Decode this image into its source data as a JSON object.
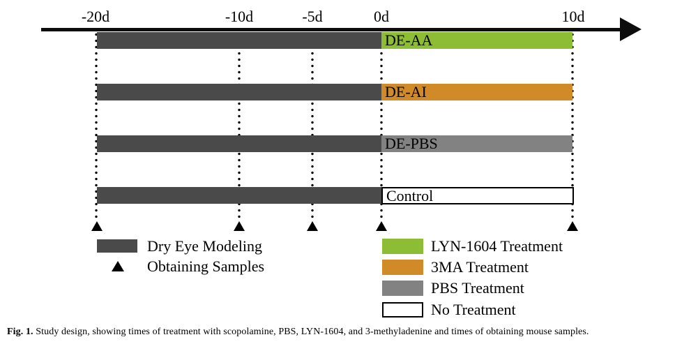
{
  "figure": {
    "timeline": {
      "tick_labels": [
        "-20d",
        "-10d",
        "-5d",
        "0d",
        "10d"
      ]
    },
    "rows": [
      {
        "label": "DE-AA",
        "bar_color": "#8cbd35"
      },
      {
        "label": "DE-AI",
        "bar_color": "#d08a28"
      },
      {
        "label": "DE-PBS",
        "bar_color": "#828282"
      },
      {
        "label": "Control",
        "bar_color": "#ffffff"
      }
    ],
    "colors": {
      "dry_eye_modeling": "#4a4a4a",
      "lyn_1604_treatment": "#8cbd35",
      "three_ma_treatment": "#d08a28",
      "pbs_treatment": "#828282",
      "no_treatment": "#ffffff",
      "axis_and_markers": "#000000"
    },
    "legend_left": [
      {
        "marker": "dark-bar-swatch",
        "label": "Dry Eye Modeling"
      },
      {
        "marker": "black-triangle",
        "label": "Obtaining Samples"
      }
    ],
    "legend_right": [
      {
        "swatch_color": "#8cbd35",
        "label": "LYN-1604 Treatment"
      },
      {
        "swatch_color": "#d08a28",
        "label": "3MA Treatment"
      },
      {
        "swatch_color": "#828282",
        "label": "PBS Treatment"
      },
      {
        "swatch_color": "#ffffff",
        "label": "No Treatment"
      }
    ]
  },
  "caption": {
    "label": "Fig. 1.",
    "text": "Study design, showing times of treatment with scopolamine, PBS, LYN-1604, and 3-methyladenine and times of obtaining mouse samples."
  },
  "chart_data": {
    "type": "timeline",
    "time_unit": "days",
    "ticks_days": [
      -20,
      -10,
      -5,
      0,
      10
    ],
    "obtaining_samples_days": [
      -20,
      -10,
      -5,
      0,
      10
    ],
    "groups": [
      {
        "name": "DE-AA",
        "dry_eye_modeling_days": [
          -20,
          0
        ],
        "treatment": "LYN-1604 Treatment",
        "treatment_days": [
          0,
          10
        ]
      },
      {
        "name": "DE-AI",
        "dry_eye_modeling_days": [
          -20,
          0
        ],
        "treatment": "3MA Treatment",
        "treatment_days": [
          0,
          10
        ]
      },
      {
        "name": "DE-PBS",
        "dry_eye_modeling_days": [
          -20,
          0
        ],
        "treatment": "PBS Treatment",
        "treatment_days": [
          0,
          10
        ]
      },
      {
        "name": "Control",
        "dry_eye_modeling_days": [
          -20,
          0
        ],
        "treatment": "No Treatment",
        "treatment_days": [
          0,
          10
        ]
      }
    ]
  }
}
